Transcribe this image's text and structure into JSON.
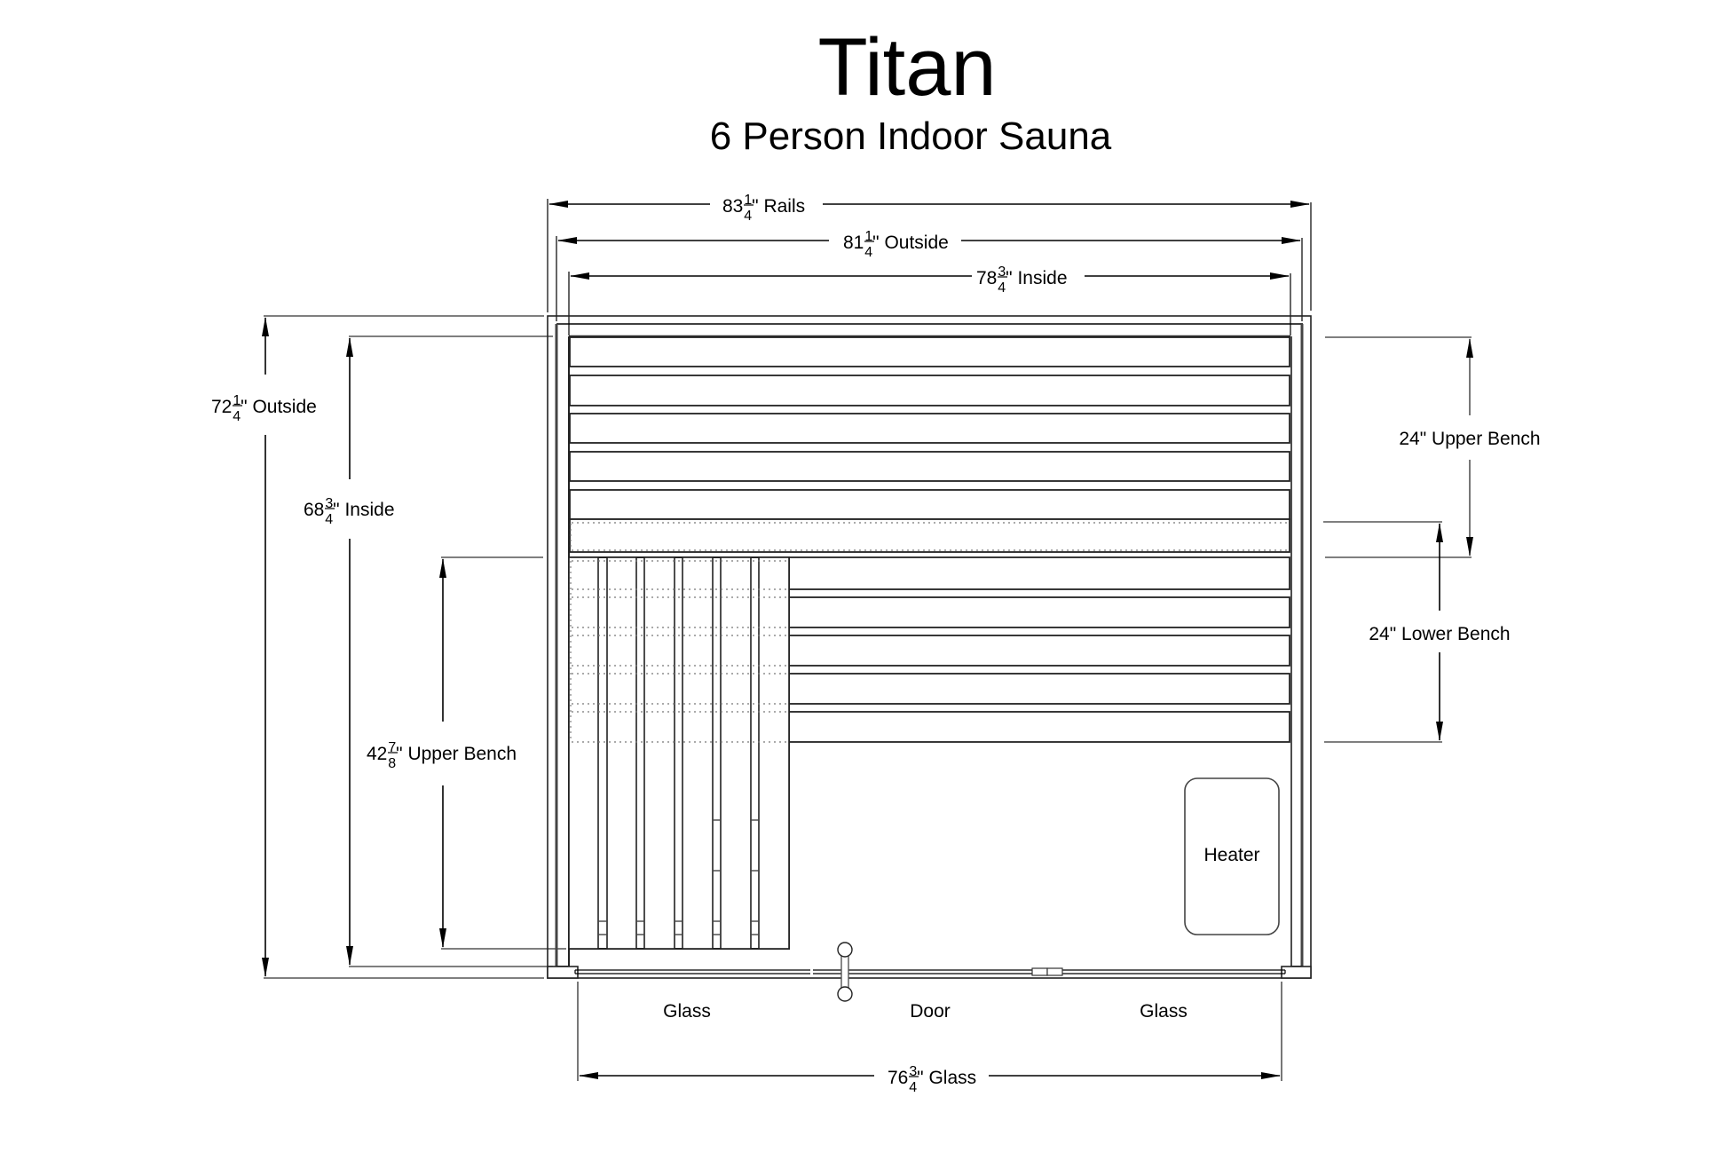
{
  "header": {
    "title": "Titan",
    "subtitle": "6 Person Indoor Sauna"
  },
  "dimensions": {
    "rails": {
      "whole": "83",
      "num": "1",
      "den": "4",
      "label": "\" Rails",
      "inches": 83.25
    },
    "outside_width": {
      "whole": "81",
      "num": "1",
      "den": "4",
      "label": "\" Outside",
      "inches": 81.25
    },
    "inside_width": {
      "whole": "78",
      "num": "3",
      "den": "4",
      "label": "\" Inside",
      "inches": 78.75
    },
    "outside_height": {
      "whole": "72",
      "num": "1",
      "den": "4",
      "label": "\" Outside",
      "inches": 72.25
    },
    "inside_height": {
      "whole": "68",
      "num": "3",
      "den": "4",
      "label": "\" Inside",
      "inches": 68.75
    },
    "upper_bench_length": {
      "whole": "42",
      "num": "7",
      "den": "8",
      "label": "\" Upper Bench",
      "inches": 42.875
    },
    "upper_bench_depth": {
      "text": "24\" Upper Bench",
      "inches": 24
    },
    "lower_bench_depth": {
      "text": "24\" Lower Bench",
      "inches": 24
    },
    "glass_width": {
      "whole": "76",
      "num": "3",
      "den": "4",
      "label": "\" Glass",
      "inches": 76.75
    }
  },
  "labels": {
    "heater": "Heater",
    "glass_left": "Glass",
    "door": "Door",
    "glass_right": "Glass"
  }
}
